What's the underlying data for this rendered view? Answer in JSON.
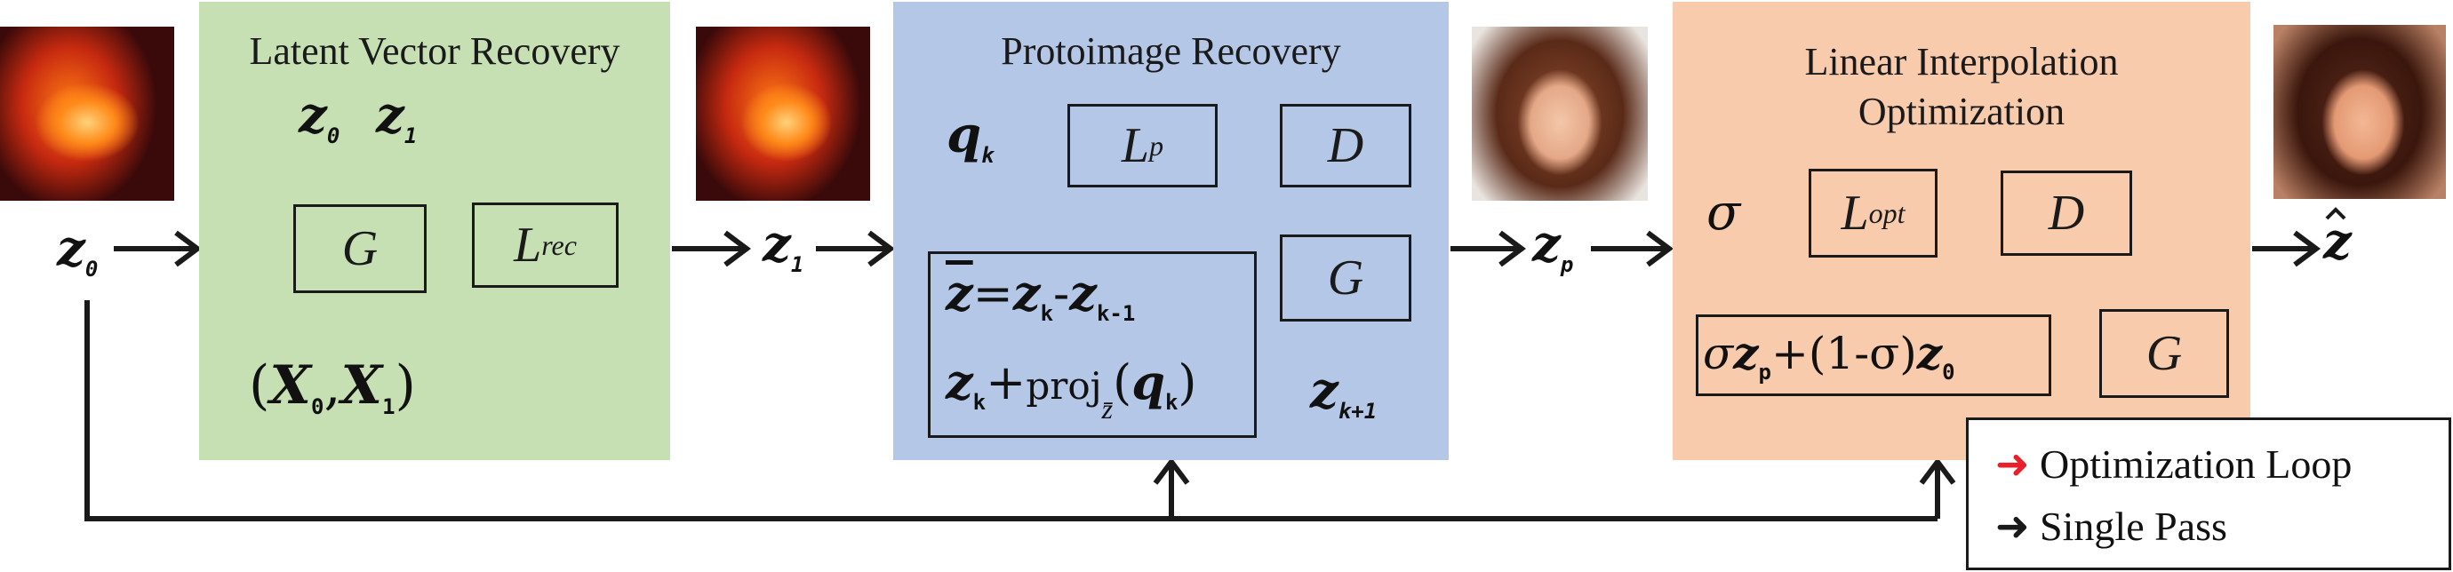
{
  "panels": {
    "latent": {
      "title": "Latent Vector Recovery",
      "color": "#c6e0b4"
    },
    "proto": {
      "title": "Protoimage Recovery",
      "color": "#b4c7e7"
    },
    "linear": {
      "title": "Linear Interpolation\nOptimization",
      "color": "#f8cbad"
    }
  },
  "boxes": {
    "g1": "G",
    "lrec": "L",
    "lrec_sub": "rec",
    "lp": "L",
    "lp_sub": "p",
    "d1": "D",
    "g2": "G",
    "lopt": "L",
    "lopt_sub": "opt",
    "d2": "D",
    "g3": "G"
  },
  "labels": {
    "z": "z",
    "sub0": "0",
    "sub1": "1",
    "subp": "p",
    "subk": "k",
    "subk1": "k-1",
    "subkp1": "k+1",
    "q": "q",
    "sigma": "σ",
    "x": "X",
    "proj": "proj",
    "zbar_eq": "=",
    "minus": "-",
    "plus": "+",
    "one_minus": "(1-σ)",
    "zhat": "z"
  },
  "legend": {
    "optimization": "Optimization Loop",
    "single": "Single Pass"
  },
  "colors": {
    "red": "#e8202a",
    "black": "#1a1a1a"
  }
}
